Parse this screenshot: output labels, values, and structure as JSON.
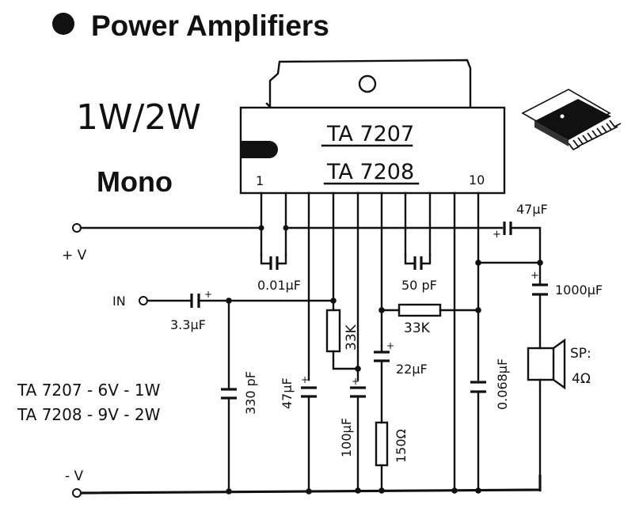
{
  "header": {
    "bullet": "●",
    "title": "Power Amplifiers"
  },
  "side_labels": {
    "power": "1W/2W",
    "mode": "Mono"
  },
  "ic": {
    "part_a": "TA 7207",
    "part_b": "TA 7208",
    "pin_first": "1",
    "pin_last": "10",
    "pin_count": 10
  },
  "terminals": {
    "vplus": "+ V",
    "vminus": "- V",
    "input": "IN"
  },
  "components": {
    "c_input": {
      "value": "3.3µF",
      "polarity": "+"
    },
    "c_bootstrap_01": {
      "value": "0.01µF"
    },
    "c_330p": {
      "value": "330 pF"
    },
    "c_47u_filter": {
      "value": "47µF",
      "polarity": "+"
    },
    "r_33k_bias": {
      "value": "33K"
    },
    "c_100u": {
      "value": "100µF",
      "polarity": "+"
    },
    "c_50p": {
      "value": "50 pF"
    },
    "r_33k_feedback": {
      "value": "33K"
    },
    "c_22u": {
      "value": "22µF",
      "polarity": "+"
    },
    "r_150": {
      "value": "150Ω"
    },
    "c_0068": {
      "value": "0.068µF"
    },
    "c_47u_bootstrap": {
      "value": "47µF",
      "polarity": "+"
    },
    "c_1000u": {
      "value": "1000µF",
      "polarity": "+"
    },
    "speaker": {
      "label": "SP:",
      "impedance": "4Ω"
    }
  },
  "notes": {
    "line1": "TA 7207 - 6V - 1W",
    "line2": "TA 7208 - 9V - 2W"
  }
}
